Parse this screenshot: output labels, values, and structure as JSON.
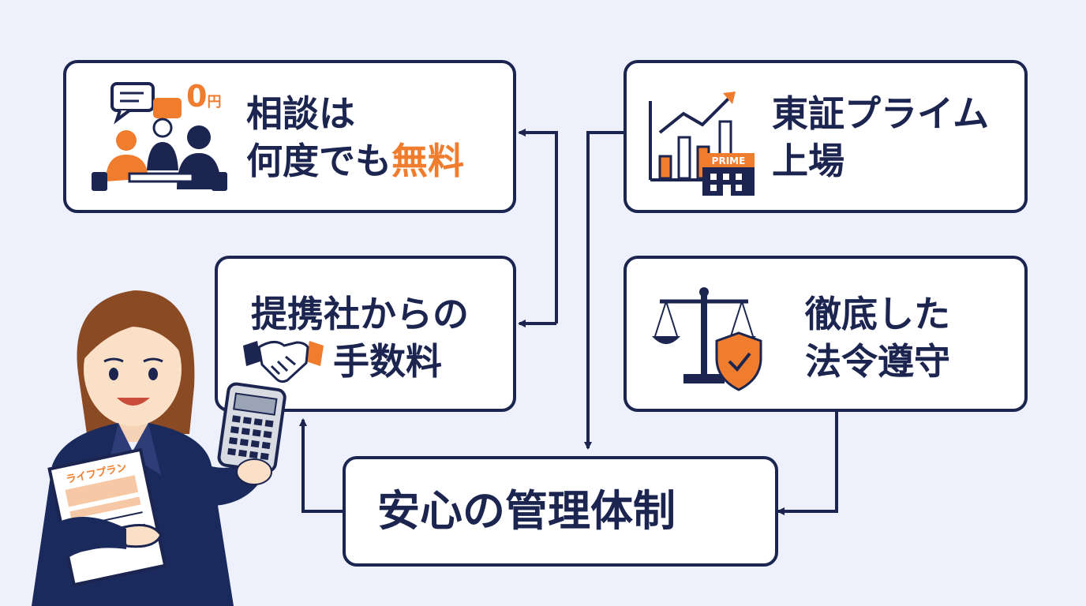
{
  "boxes": {
    "consult": {
      "line1": "相談は",
      "line2_prefix": "何度でも",
      "line2_accent": "無料",
      "icon_badge_number": "0",
      "icon_badge_unit": "円"
    },
    "prime": {
      "line1": "東証プライム",
      "line2": "上場",
      "icon_label": "PRIME"
    },
    "fees": {
      "line1": "提携社からの",
      "line2": "手数料"
    },
    "compliance": {
      "line1": "徹底した",
      "line2": "法令遵守"
    },
    "management": {
      "label": "安心の管理体制"
    }
  },
  "person": {
    "document_label": "ライフプラン"
  },
  "colors": {
    "navy": "#1b2550",
    "orange": "#f07c2e",
    "background": "#eef1fb"
  }
}
